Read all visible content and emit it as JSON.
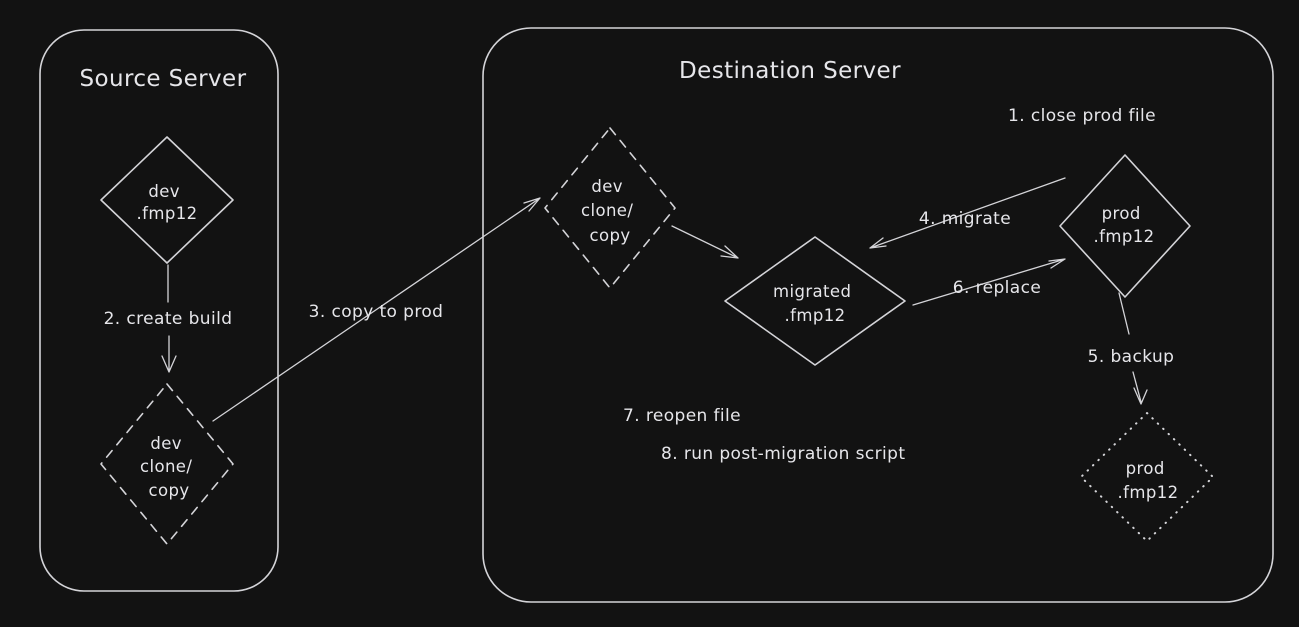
{
  "colors": {
    "background": "#121212",
    "stroke": "#d4d4d8",
    "text": "#e6e6ea"
  },
  "source_server": {
    "title": "Source Server",
    "dev_node": {
      "line1": "dev",
      "line2": ".fmp12"
    },
    "clone_node": {
      "line1": "dev",
      "line2": "clone/",
      "line3": "copy"
    },
    "step2_label": "2. create build"
  },
  "transfer": {
    "step3_label": "3. copy to prod"
  },
  "destination_server": {
    "title": "Destination Server",
    "clone_node": {
      "line1": "dev",
      "line2": "clone/",
      "line3": "copy"
    },
    "migrated_node": {
      "line1": "migrated",
      "line2": ".fmp12"
    },
    "prod_node": {
      "line1": "prod",
      "line2": ".fmp12"
    },
    "backup_node": {
      "line1": "prod",
      "line2": ".fmp12"
    },
    "step1_label": "1. close prod file",
    "step4_label": "4. migrate",
    "step5_label": "5. backup",
    "step6_label": "6. replace",
    "step7_label": "7. reopen file",
    "step8_label": "8. run post-migration script"
  }
}
